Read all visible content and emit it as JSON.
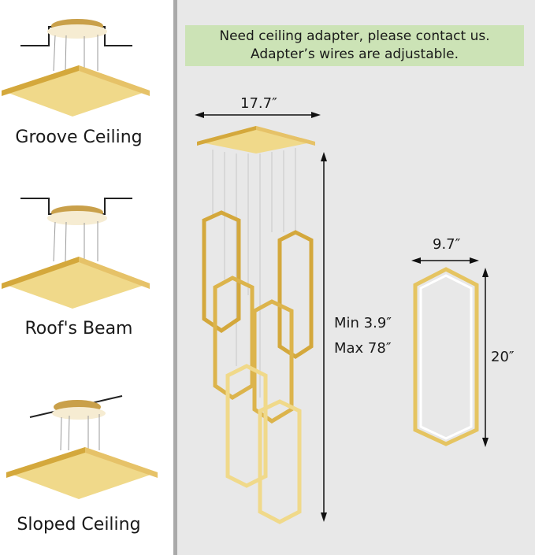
{
  "mounting_options": [
    {
      "label": "Groove Ceiling",
      "icon": "groove-ceiling-mount"
    },
    {
      "label": "Roof's Beam",
      "icon": "roof-beam-mount"
    },
    {
      "label": "Sloped Ceiling",
      "icon": "sloped-ceiling-mount"
    }
  ],
  "note": {
    "line1": "Need ceiling adapter, please contact us.",
    "line2": "Adapter’s wires are adjustable."
  },
  "dimensions": {
    "canopy_width": "17.7″",
    "height_min": "Min 3.9″",
    "height_max": "Max 78″",
    "ring_width": "9.7″",
    "ring_height": "20″"
  },
  "colors": {
    "gold": "#d9b24a",
    "gold_light": "#f0d98a",
    "note_bg": "#cce3b6",
    "panel_bg": "#e8e8e8",
    "divider": "#a9a9a9"
  }
}
